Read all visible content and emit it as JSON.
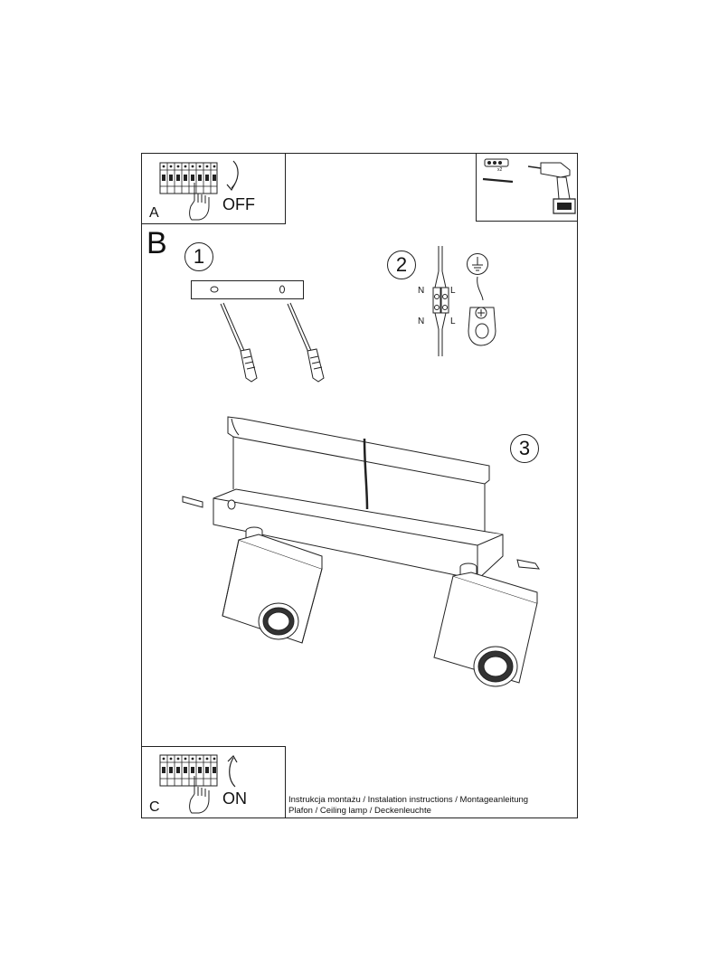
{
  "panel_a": {
    "label": "A",
    "switch_text": "OFF"
  },
  "panel_b": {
    "label": "B"
  },
  "panel_c": {
    "label": "C",
    "switch_text": "ON"
  },
  "steps": [
    "1",
    "2",
    "3"
  ],
  "wiring": {
    "n_top": "N",
    "l_top": "L",
    "n_bottom": "N",
    "l_bottom": "L"
  },
  "tools": {
    "quantity": "x2"
  },
  "icons": [
    "circuit-breaker-icon",
    "hand-icon",
    "arrow-down-icon",
    "arrow-up-icon",
    "wall-plug-screw-icon",
    "drill-icon",
    "terminal-block-icon",
    "ground-symbol-icon",
    "ground-clamp-icon",
    "ceiling-lamp-illustration"
  ],
  "footer": {
    "line1": "Instrukcja montażu / Instalation instructions / Montageanleitung",
    "line2": "Plafon / Ceiling lamp / Deckenleuchte"
  }
}
